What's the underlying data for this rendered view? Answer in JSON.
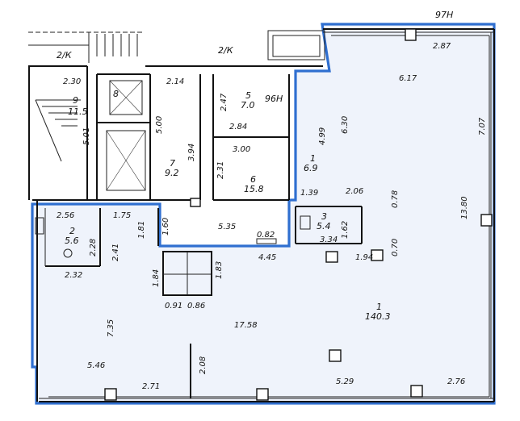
{
  "colors": {
    "highlight": "#2f6fd0",
    "wall": "#111111",
    "zone_fill": "#d0dcf4"
  },
  "labels": {
    "axis_top_right": "97Н",
    "axis_left": "2/К",
    "axis_mid": "2/К",
    "axis_96": "96Н"
  },
  "rooms": {
    "r1_number": "1",
    "r1_area": "140.3",
    "r1b_number": "1",
    "r1b_area": "6.9",
    "r2_number": "2",
    "r2_area": "5.6",
    "r3_number": "3",
    "r3_area": "5.4",
    "r5_number": "5",
    "r5_area": "7.0",
    "r6_number": "6",
    "r6_area": "15.8",
    "r7_number": "7",
    "r7_area": "9.2",
    "r8_number": "8",
    "r9_number": "9",
    "r9_area": "11.5"
  },
  "dimensions": {
    "d_2_30": "2.30",
    "d_2_14": "2.14",
    "d_2_47": "2.47",
    "d_2_87": "2.87",
    "d_6_17": "6.17",
    "d_6_30": "6.30",
    "d_7_07": "7.07",
    "d_5_00": "5.00",
    "d_5_01": "5.01",
    "d_3_94": "3.94",
    "d_2_84": "2.84",
    "d_3_00": "3.00",
    "d_4_99": "4.99",
    "d_2_31": "2.31",
    "d_1_39": "1.39",
    "d_2_06": "2.06",
    "d_0_78": "0.78",
    "d_13_80": "13.80",
    "d_2_56": "2.56",
    "d_1_75": "1.75",
    "d_1_81": "1.81",
    "d_1_60": "1.60",
    "d_5_35": "5.35",
    "d_0_82": "0.82",
    "d_1_62": "1.62",
    "d_3_34": "3.34",
    "d_0_70": "0.70",
    "d_2_28": "2.28",
    "d_2_41": "2.41",
    "d_4_45": "4.45",
    "d_1_94": "1.94",
    "d_2_32": "2.32",
    "d_1_84": "1.84",
    "d_1_83": "1.83",
    "d_0_91": "0.91",
    "d_0_86": "0.86",
    "d_7_35": "7.35",
    "d_17_58": "17.58",
    "d_2_08": "2.08",
    "d_5_46": "5.46",
    "d_2_71": "2.71",
    "d_5_29": "5.29",
    "d_2_76": "2.76"
  }
}
